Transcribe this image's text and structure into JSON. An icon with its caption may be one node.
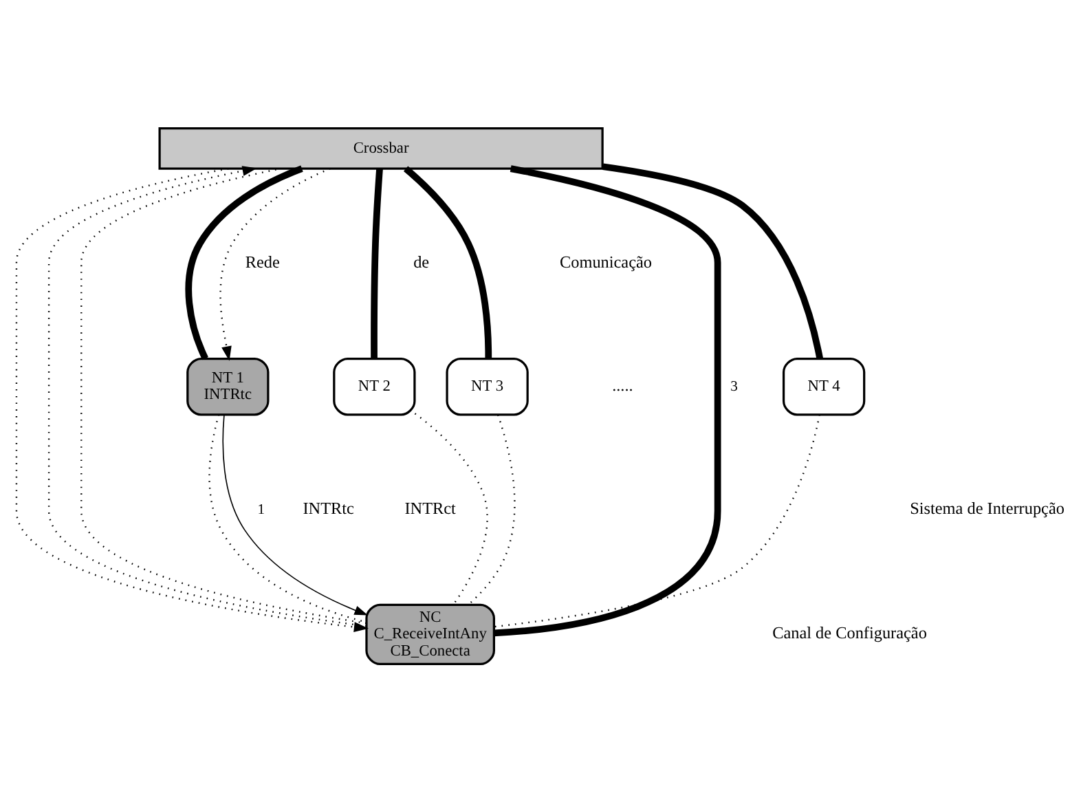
{
  "diagram": {
    "nodes": [
      {
        "text": [
          "Crossbar"
        ]
      },
      {
        "text": [
          "NT 1",
          "INTRtc"
        ]
      },
      {
        "text": [
          "NT 2"
        ]
      },
      {
        "text": [
          "NT 3"
        ]
      },
      {
        "text": [
          "NT 4"
        ]
      },
      {
        "text": [
          "NC",
          "C_ReceiveIntAny",
          "CB_Conecta"
        ]
      }
    ],
    "edges": [
      {
        "from": 0,
        "to": 1,
        "arrow": "none",
        "style": "thick"
      },
      {
        "from": 0,
        "to": 1,
        "arrow": "to",
        "style": "dashed"
      },
      {
        "from": 0,
        "to": 2,
        "arrow": "none",
        "style": "thick"
      },
      {
        "from": 0,
        "to": 3,
        "arrow": "none",
        "style": "thick"
      },
      {
        "from": 0,
        "to": 4,
        "arrow": "none",
        "style": "thick"
      },
      {
        "from": 1,
        "to": 5,
        "arrow": "to",
        "label": "1"
      },
      {
        "from": 1,
        "to": 5,
        "arrow": "none",
        "style": "dashed"
      },
      {
        "from": 2,
        "to": 5,
        "arrow": "none",
        "style": "dashed"
      },
      {
        "from": 3,
        "to": 5,
        "arrow": "none",
        "style": "dashed"
      },
      {
        "from": 4,
        "to": 5,
        "arrow": "none",
        "style": "dashed"
      },
      {
        "from": 0,
        "to": 5,
        "arrow": "none",
        "style": "thick",
        "label": "3"
      },
      {
        "from": 0,
        "to": 5,
        "arrow": "to",
        "style": "dashed"
      },
      {
        "from": 5,
        "to": 0,
        "arrow": "to",
        "style": "dashed"
      },
      {
        "from": 5,
        "to": 0,
        "arrow": "none",
        "style": "dashed"
      }
    ],
    "labels": [
      "Rede",
      "de",
      "Comunicação",
      ".....",
      "INTRtc",
      "INTRct",
      "Sistema de Interrupção",
      "Canal de Configuração"
    ]
  }
}
